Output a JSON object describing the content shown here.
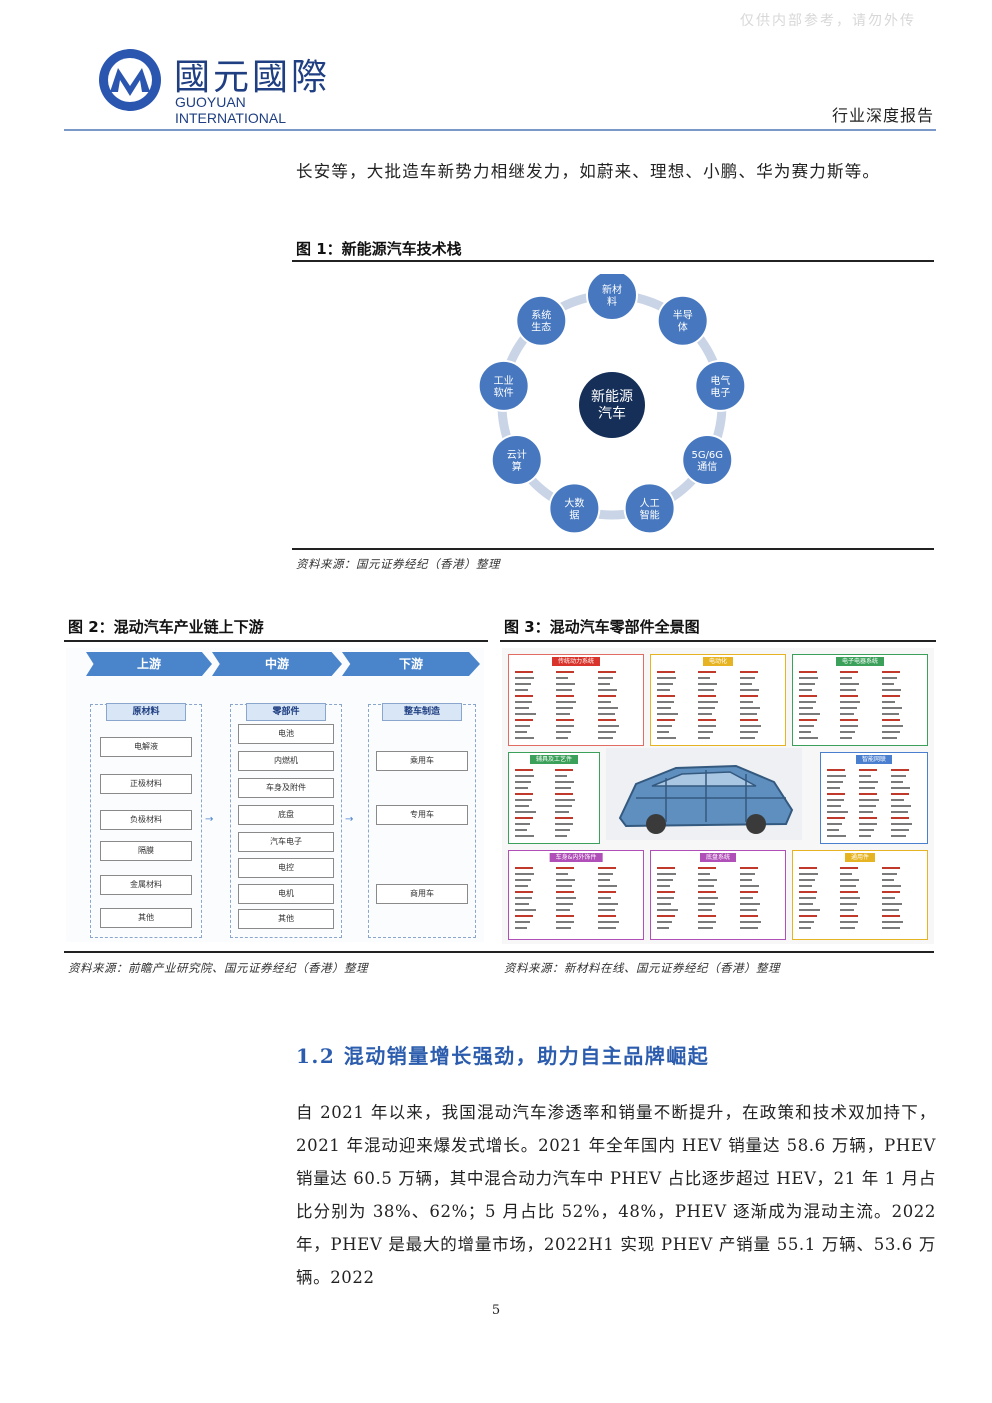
{
  "watermark": "仅供内部参考，请勿外传",
  "header": {
    "logo_cn": "國元國際",
    "logo_en": "GUOYUAN INTERNATIONAL",
    "report_type": "行业深度报告"
  },
  "intro_line": "长安等，大批造车新势力相继发力，如蔚来、理想、小鹏、华为赛力斯等。",
  "figure1": {
    "title": "图 1：新能源汽车技术栈",
    "center_label": [
      "新能源",
      "汽车"
    ],
    "nodes": [
      [
        "新材",
        "料"
      ],
      [
        "半导",
        "体"
      ],
      [
        "电气",
        "电子"
      ],
      [
        "5G/6G",
        "通信"
      ],
      [
        "人工",
        "智能"
      ],
      [
        "大数",
        "据"
      ],
      [
        "云计",
        "算"
      ],
      [
        "工业",
        "软件"
      ],
      [
        "系统",
        "生态"
      ]
    ],
    "colors": {
      "ring": "#c9d4e6",
      "node": "#4778bf",
      "center": "#152f58"
    },
    "source": "资料来源：国元证券经纪（香港）整理"
  },
  "figure2": {
    "title": "图 2：混动汽车产业链上下游",
    "stages": [
      "上游",
      "中游",
      "下游"
    ],
    "groups": [
      {
        "head": "原材料",
        "items": [
          "电解液",
          "正极材料",
          "负极材料",
          "隔膜",
          "金属材料",
          "其他"
        ]
      },
      {
        "head": "零部件",
        "items": [
          "电池",
          "内燃机",
          "车身及附件",
          "底盘",
          "汽车电子",
          "电控",
          "电机",
          "其他"
        ]
      },
      {
        "head": "整车制造",
        "items": [
          "乘用车",
          "专用车",
          "商用车"
        ]
      }
    ],
    "source": "资料来源：前瞻产业研究院、国元证券经纪（香港）整理"
  },
  "figure3": {
    "title": "图 3：混动汽车零部件全景图",
    "panel_tags": [
      "传统动力系统",
      "电动化",
      "电子电器系统",
      "辅具及工艺件",
      "智能网联",
      "车身&内外饰件",
      "底盘系统",
      "通用件"
    ],
    "colors": {
      "red": "#d9342b",
      "yellow": "#e6b422",
      "blue": "#4a7fd0",
      "green": "#3aa05a",
      "purple": "#b04fb8"
    },
    "source": "资料来源：新材料在线、国元证券经纪（香港）整理"
  },
  "section": {
    "title": "1.2  混动销量增长强劲，助力自主品牌崛起",
    "body": "自 2021 年以来，我国混动汽车渗透率和销量不断提升，在政策和技术双加持下，2021 年混动迎来爆发式增长。2021 年全年国内 HEV 销量达 58.6 万辆，PHEV 销量达 60.5 万辆，其中混合动力汽车中 PHEV 占比逐步超过 HEV，21 年 1 月占比分别为 38%、62%；5 月占比 52%，48%，PHEV 逐渐成为混动主流。2022 年，PHEV 是最大的增量市场，2022H1 实现 PHEV 产销量 55.1 万辆、53.6 万辆。2022"
  },
  "page_number": "5"
}
